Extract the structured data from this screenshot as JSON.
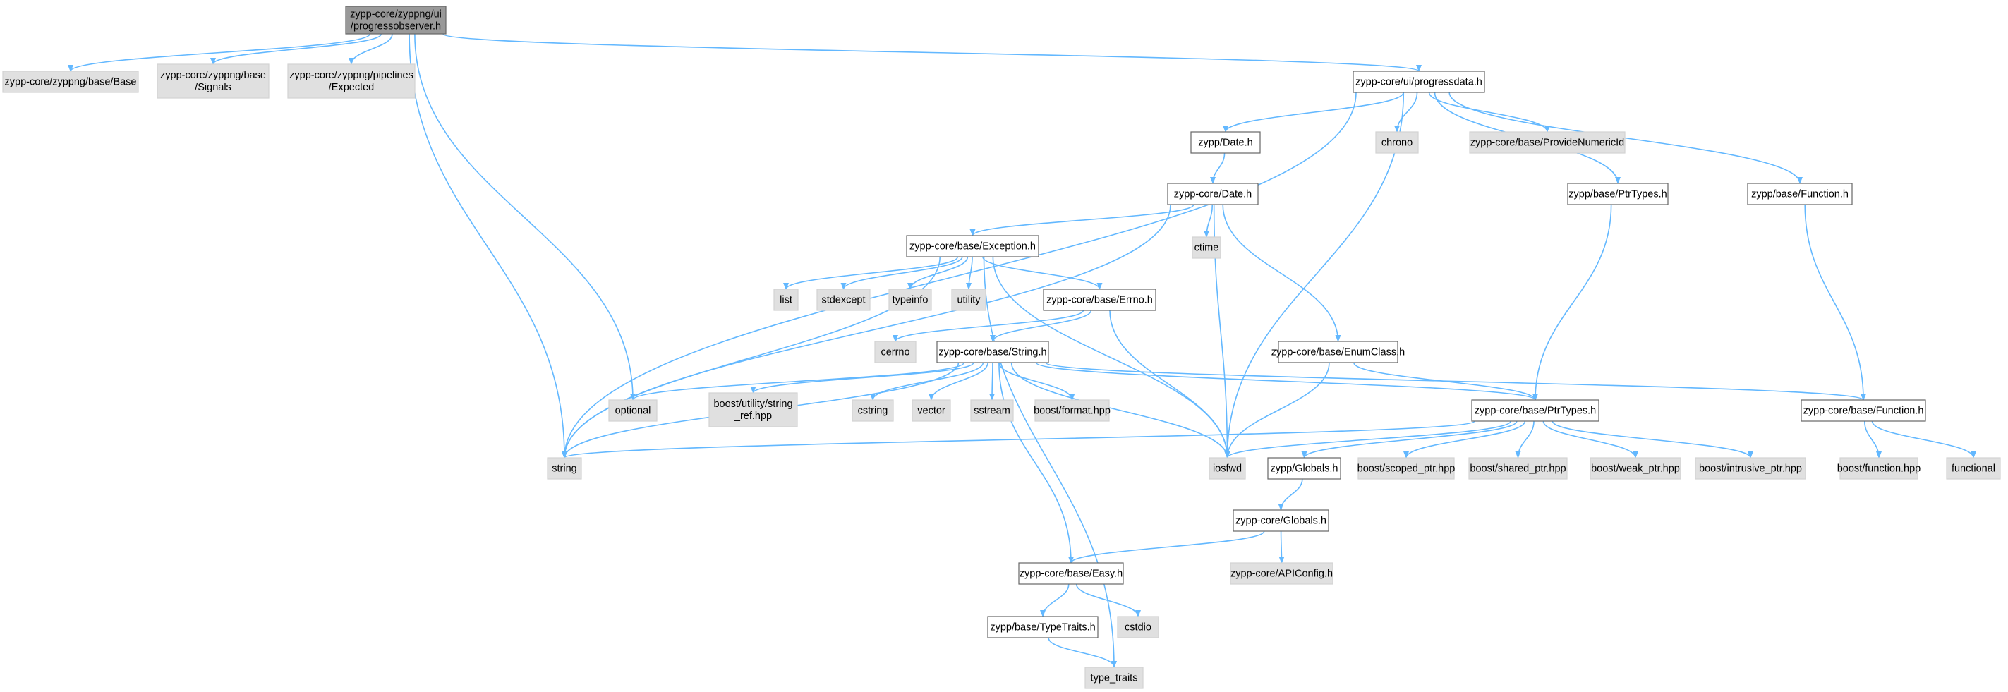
{
  "colors": {
    "edge": "#63b8ff",
    "root_fill": "#999999",
    "documented_fill": "#ffffff",
    "external_fill": "#e0e0e0"
  },
  "nodes": [
    {
      "id": "root",
      "lines": [
        "zypp-core/zyppng/ui",
        "/progressobserver.h"
      ],
      "kind": "root"
    },
    {
      "id": "zyppng_base",
      "lines": [
        "zypp-core/zyppng/base/Base"
      ],
      "kind": "ext"
    },
    {
      "id": "zyppng_signals",
      "lines": [
        "zypp-core/zyppng/base",
        "/Signals"
      ],
      "kind": "ext"
    },
    {
      "id": "zyppng_expected",
      "lines": [
        "zypp-core/zyppng/pipelines",
        "/Expected"
      ],
      "kind": "ext"
    },
    {
      "id": "progressdata",
      "lines": [
        "zypp-core/ui/progressdata.h"
      ],
      "kind": "doc"
    },
    {
      "id": "zypp_date",
      "lines": [
        "zypp/Date.h"
      ],
      "kind": "doc"
    },
    {
      "id": "chrono",
      "lines": [
        "chrono"
      ],
      "kind": "ext"
    },
    {
      "id": "provnum",
      "lines": [
        "zypp-core/base/ProvideNumericId"
      ],
      "kind": "ext"
    },
    {
      "id": "zypp_ptrtypes",
      "lines": [
        "zypp/base/PtrTypes.h"
      ],
      "kind": "doc"
    },
    {
      "id": "zypp_function",
      "lines": [
        "zypp/base/Function.h"
      ],
      "kind": "doc"
    },
    {
      "id": "core_date",
      "lines": [
        "zypp-core/Date.h"
      ],
      "kind": "doc"
    },
    {
      "id": "ctime",
      "lines": [
        "ctime"
      ],
      "kind": "ext"
    },
    {
      "id": "exception",
      "lines": [
        "zypp-core/base/Exception.h"
      ],
      "kind": "doc"
    },
    {
      "id": "list",
      "lines": [
        "list"
      ],
      "kind": "ext"
    },
    {
      "id": "stdexcept",
      "lines": [
        "stdexcept"
      ],
      "kind": "ext"
    },
    {
      "id": "typeinfo",
      "lines": [
        "typeinfo"
      ],
      "kind": "ext"
    },
    {
      "id": "utility",
      "lines": [
        "utility"
      ],
      "kind": "ext"
    },
    {
      "id": "errno",
      "lines": [
        "zypp-core/base/Errno.h"
      ],
      "kind": "doc"
    },
    {
      "id": "cerrno",
      "lines": [
        "cerrno"
      ],
      "kind": "ext"
    },
    {
      "id": "string_h",
      "lines": [
        "zypp-core/base/String.h"
      ],
      "kind": "doc"
    },
    {
      "id": "enumclass",
      "lines": [
        "zypp-core/base/EnumClass.h"
      ],
      "kind": "doc"
    },
    {
      "id": "optional",
      "lines": [
        "optional"
      ],
      "kind": "ext"
    },
    {
      "id": "string_ref",
      "lines": [
        "boost/utility/string",
        "_ref.hpp"
      ],
      "kind": "ext"
    },
    {
      "id": "cstring",
      "lines": [
        "cstring"
      ],
      "kind": "ext"
    },
    {
      "id": "vector",
      "lines": [
        "vector"
      ],
      "kind": "ext"
    },
    {
      "id": "sstream",
      "lines": [
        "sstream"
      ],
      "kind": "ext"
    },
    {
      "id": "boost_format",
      "lines": [
        "boost/format.hpp"
      ],
      "kind": "ext"
    },
    {
      "id": "core_ptrtypes",
      "lines": [
        "zypp-core/base/PtrTypes.h"
      ],
      "kind": "doc"
    },
    {
      "id": "core_function",
      "lines": [
        "zypp-core/base/Function.h"
      ],
      "kind": "doc"
    },
    {
      "id": "string",
      "lines": [
        "string"
      ],
      "kind": "ext"
    },
    {
      "id": "iosfwd",
      "lines": [
        "iosfwd"
      ],
      "kind": "ext"
    },
    {
      "id": "zypp_globals",
      "lines": [
        "zypp/Globals.h"
      ],
      "kind": "doc"
    },
    {
      "id": "scoped_ptr",
      "lines": [
        "boost/scoped_ptr.hpp"
      ],
      "kind": "ext"
    },
    {
      "id": "shared_ptr",
      "lines": [
        "boost/shared_ptr.hpp"
      ],
      "kind": "ext"
    },
    {
      "id": "weak_ptr",
      "lines": [
        "boost/weak_ptr.hpp"
      ],
      "kind": "ext"
    },
    {
      "id": "intrusive_ptr",
      "lines": [
        "boost/intrusive_ptr.hpp"
      ],
      "kind": "ext"
    },
    {
      "id": "boost_function",
      "lines": [
        "boost/function.hpp"
      ],
      "kind": "ext"
    },
    {
      "id": "functional",
      "lines": [
        "functional"
      ],
      "kind": "ext"
    },
    {
      "id": "core_globals",
      "lines": [
        "zypp-core/Globals.h"
      ],
      "kind": "doc"
    },
    {
      "id": "apiconfig",
      "lines": [
        "zypp-core/APIConfig.h"
      ],
      "kind": "ext"
    },
    {
      "id": "easy",
      "lines": [
        "zypp-core/base/Easy.h"
      ],
      "kind": "doc"
    },
    {
      "id": "typetraits_h",
      "lines": [
        "zypp/base/TypeTraits.h"
      ],
      "kind": "doc"
    },
    {
      "id": "cstdio",
      "lines": [
        "cstdio"
      ],
      "kind": "ext"
    },
    {
      "id": "type_traits",
      "lines": [
        "type_traits"
      ],
      "kind": "ext"
    }
  ],
  "edges": [
    [
      "root",
      "zyppng_base"
    ],
    [
      "root",
      "zyppng_signals"
    ],
    [
      "root",
      "zyppng_expected"
    ],
    [
      "root",
      "progressdata"
    ],
    [
      "root",
      "optional"
    ],
    [
      "root",
      "string"
    ],
    [
      "progressdata",
      "zypp_date"
    ],
    [
      "progressdata",
      "chrono"
    ],
    [
      "progressdata",
      "provnum"
    ],
    [
      "progressdata",
      "zypp_ptrtypes"
    ],
    [
      "progressdata",
      "zypp_function"
    ],
    [
      "progressdata",
      "string"
    ],
    [
      "progressdata",
      "iosfwd"
    ],
    [
      "zypp_date",
      "core_date"
    ],
    [
      "core_date",
      "exception"
    ],
    [
      "core_date",
      "ctime"
    ],
    [
      "core_date",
      "enumclass"
    ],
    [
      "core_date",
      "string"
    ],
    [
      "core_date",
      "iosfwd"
    ],
    [
      "exception",
      "list"
    ],
    [
      "exception",
      "stdexcept"
    ],
    [
      "exception",
      "typeinfo"
    ],
    [
      "exception",
      "utility"
    ],
    [
      "exception",
      "errno"
    ],
    [
      "exception",
      "string"
    ],
    [
      "exception",
      "iosfwd"
    ],
    [
      "exception",
      "type_traits"
    ],
    [
      "errno",
      "cerrno"
    ],
    [
      "errno",
      "string_h"
    ],
    [
      "errno",
      "iosfwd"
    ],
    [
      "string_h",
      "optional"
    ],
    [
      "string_h",
      "string_ref"
    ],
    [
      "string_h",
      "cstring"
    ],
    [
      "string_h",
      "vector"
    ],
    [
      "string_h",
      "sstream"
    ],
    [
      "string_h",
      "boost_format"
    ],
    [
      "string_h",
      "core_ptrtypes"
    ],
    [
      "string_h",
      "core_function"
    ],
    [
      "string_h",
      "string"
    ],
    [
      "string_h",
      "iosfwd"
    ],
    [
      "string_h",
      "easy"
    ],
    [
      "enumclass",
      "core_ptrtypes"
    ],
    [
      "enumclass",
      "iosfwd"
    ],
    [
      "zypp_ptrtypes",
      "core_ptrtypes"
    ],
    [
      "zypp_function",
      "core_function"
    ],
    [
      "core_ptrtypes",
      "string"
    ],
    [
      "core_ptrtypes",
      "iosfwd"
    ],
    [
      "core_ptrtypes",
      "zypp_globals"
    ],
    [
      "core_ptrtypes",
      "scoped_ptr"
    ],
    [
      "core_ptrtypes",
      "shared_ptr"
    ],
    [
      "core_ptrtypes",
      "weak_ptr"
    ],
    [
      "core_ptrtypes",
      "intrusive_ptr"
    ],
    [
      "core_function",
      "boost_function"
    ],
    [
      "core_function",
      "functional"
    ],
    [
      "zypp_globals",
      "core_globals"
    ],
    [
      "core_globals",
      "apiconfig"
    ],
    [
      "core_globals",
      "easy"
    ],
    [
      "easy",
      "typetraits_h"
    ],
    [
      "easy",
      "cstdio"
    ],
    [
      "typetraits_h",
      "type_traits"
    ]
  ]
}
